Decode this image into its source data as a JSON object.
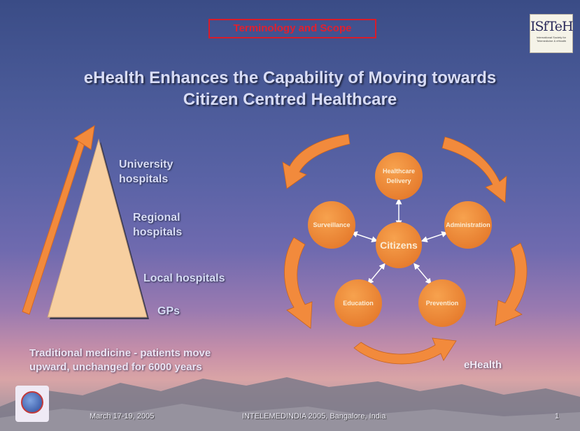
{
  "header": {
    "banner": "Terminology and Scope",
    "logo_text": "ISfTeH",
    "logo_subtitle": "International Society for Telemedicine & eHealth"
  },
  "title": {
    "line1": "eHealth Enhances the Capability of Moving towards",
    "line2": "Citizen Centred Healthcare"
  },
  "pyramid": {
    "levels": [
      "University hospitals",
      "Regional hospitals",
      "Local hospitals",
      "GPs"
    ],
    "label_lines": [
      [
        "University",
        "hospitals"
      ],
      [
        "Regional",
        "hospitals"
      ],
      [
        "Local hospitals"
      ],
      [
        "GPs"
      ]
    ],
    "caption_line1": "Traditional medicine - patients move",
    "caption_line2": "upward, unchanged for 6000 years"
  },
  "cycle": {
    "center": "Citizens",
    "nodes": [
      {
        "label": [
          "Healthcare",
          "Delivery"
        ]
      },
      {
        "label": [
          "Administration"
        ]
      },
      {
        "label": [
          "Prevention"
        ]
      },
      {
        "label": [
          "Education"
        ]
      },
      {
        "label": [
          "Surveillance"
        ]
      }
    ],
    "caption": "eHealth"
  },
  "footer": {
    "date": "March 17-19, 2005",
    "event": "INTELEMEDINDIA 2005, Bangalore, India",
    "page": "1"
  },
  "colors": {
    "circle_fill": "#f08a3a",
    "arrow_fill": "#f28a3c",
    "pyramid_fill": "#f7cfa0",
    "banner_red": "#e02030"
  }
}
